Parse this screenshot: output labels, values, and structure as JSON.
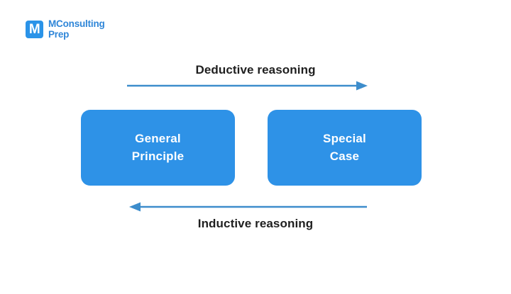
{
  "logo": {
    "mark_letter": "M",
    "name_line1": "MConsulting",
    "name_line2": "Prep",
    "brand_color": "#2a93e8",
    "text_color": "#2f86d8"
  },
  "diagram": {
    "title_top": "Deductive reasoning",
    "title_bottom": "Inductive reasoning",
    "arrow_color": "#3d8dcc",
    "box_color": "#2e92e7",
    "box_text_color": "#ffffff",
    "background": "#ffffff",
    "boxes": [
      {
        "id": "general-principle",
        "line1": "General",
        "line2": "Principle"
      },
      {
        "id": "special-case",
        "line1": "Special",
        "line2": "Case"
      }
    ],
    "arrows": [
      {
        "id": "deductive-arrow",
        "direction": "right",
        "label": "Deductive reasoning"
      },
      {
        "id": "inductive-arrow",
        "direction": "left",
        "label": "Inductive reasoning"
      }
    ]
  }
}
